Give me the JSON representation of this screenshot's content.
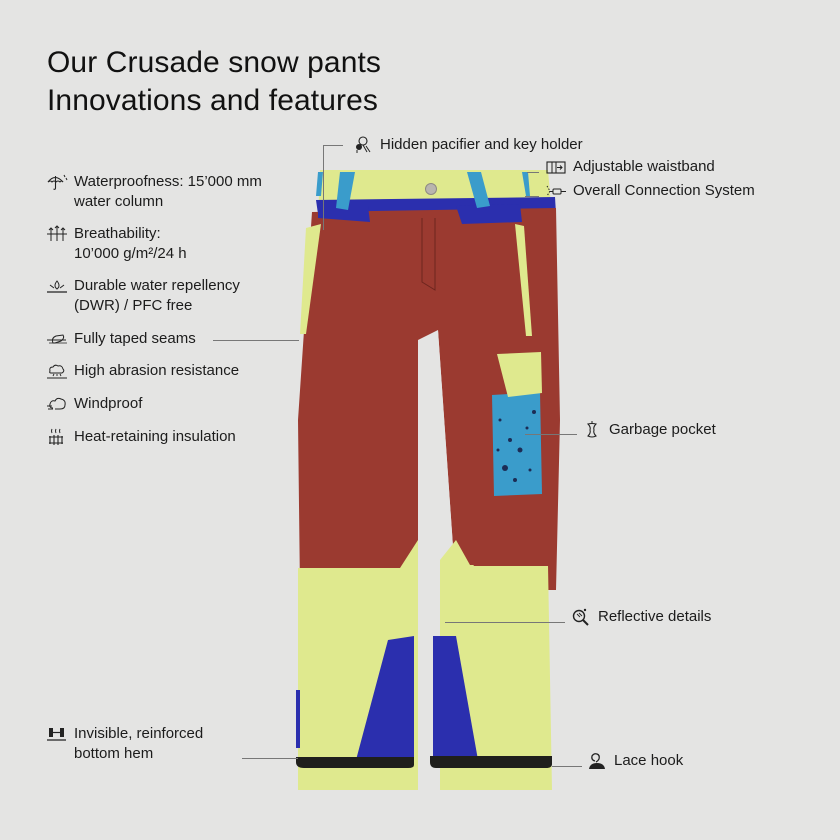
{
  "title": {
    "line1": "Our Crusade snow pants",
    "line2": "Innovations and features"
  },
  "left_features": [
    {
      "icon": "umbrella-rain-icon",
      "line1": "Waterproofness: 15’000 mm",
      "line2": "water column"
    },
    {
      "icon": "breathability-arrows-icon",
      "line1": "Breathability:",
      "line2": "10’000 g/m²/24 h"
    },
    {
      "icon": "water-drop-repellent-icon",
      "line1": "Durable water repellency",
      "line2": "(DWR) / PFC free"
    },
    {
      "icon": "taped-seam-icon",
      "line1": "Fully taped seams"
    },
    {
      "icon": "abrasion-icon",
      "line1": "High abrasion resistance"
    },
    {
      "icon": "wind-cloud-icon",
      "line1": "Windproof"
    },
    {
      "icon": "radiator-heat-icon",
      "line1": "Heat-retaining insulation"
    },
    {
      "icon": "reinforced-hem-icon",
      "line1": "Invisible, reinforced",
      "line2": "bottom hem"
    }
  ],
  "right_features": [
    {
      "icon": "pacifier-key-icon",
      "line1": "Hidden pacifier and key holder"
    },
    {
      "icon": "adjustable-waistband-icon",
      "line1": "Adjustable waistband"
    },
    {
      "icon": "connection-system-icon",
      "line1": "Overall Connection System"
    },
    {
      "icon": "apple-core-icon",
      "line1": "Garbage pocket"
    },
    {
      "icon": "reflective-magnifier-icon",
      "line1": "Reflective details"
    },
    {
      "icon": "lace-hook-icon",
      "line1": "Lace hook"
    }
  ],
  "colors": {
    "background": "#e4e4e3",
    "rust": "#9b3a30",
    "lime": "#dfe98e",
    "royal_blue": "#2b2fae",
    "sky_blue": "#3a9ccb",
    "hem_black": "#1f1f1c"
  }
}
